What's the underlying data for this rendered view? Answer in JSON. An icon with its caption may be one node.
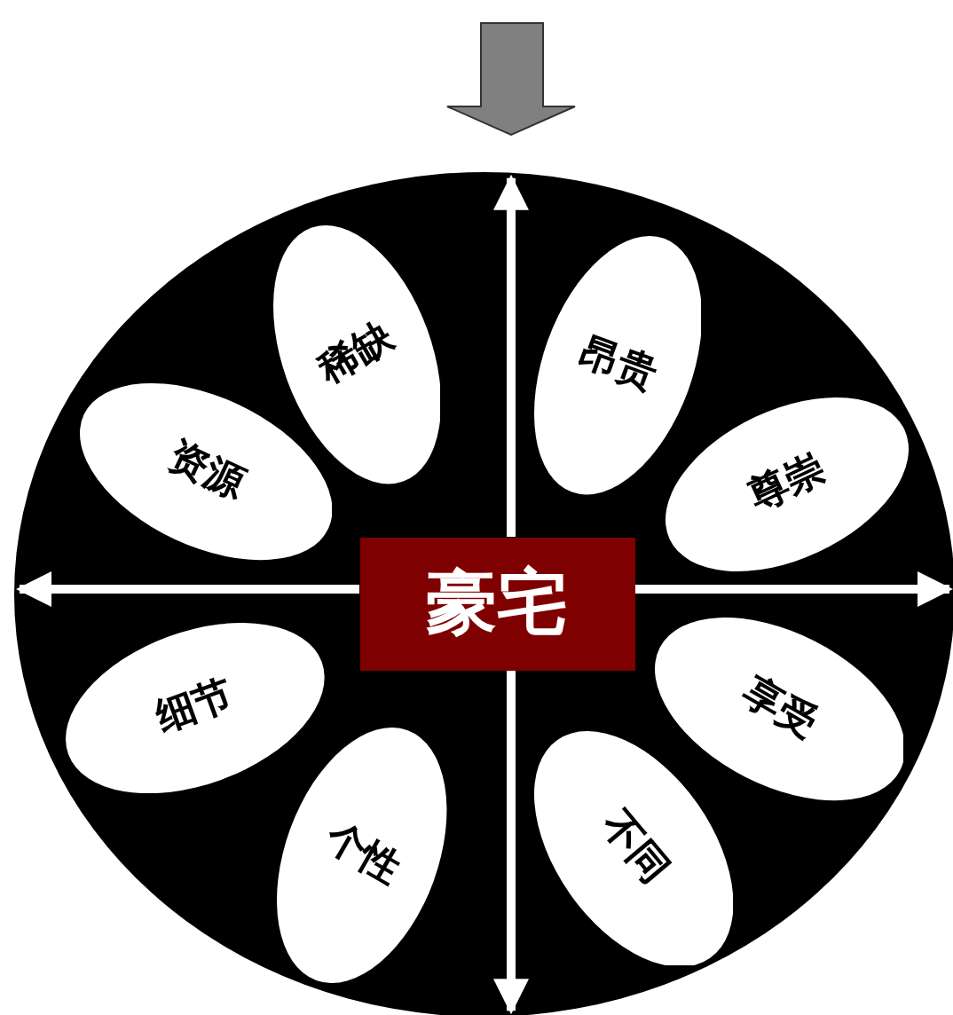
{
  "diagram": {
    "nodes": [
      {
        "text": [],
        "shape": "ellipse"
      },
      {
        "text": [
          "稀缺"
        ],
        "in": 0
      },
      {
        "text": [
          "昂贵"
        ],
        "in": 0
      },
      {
        "text": [
          "资源"
        ],
        "in": 0
      },
      {
        "text": [
          "尊崇"
        ],
        "in": 0
      },
      {
        "text": [
          "豪宅"
        ],
        "in": 0
      },
      {
        "text": [
          "细节"
        ],
        "in": 0
      },
      {
        "text": [
          "享受"
        ],
        "in": 0
      },
      {
        "text": [
          "个性"
        ],
        "in": 0
      },
      {
        "text": [
          "不同"
        ],
        "in": 0
      }
    ],
    "edges": [
      {
        "from": 5,
        "to": 0,
        "arrow": "to"
      },
      {
        "from": 5,
        "to": 0,
        "arrow": "to"
      },
      {
        "from": 5,
        "to": 0,
        "arrow": "to"
      },
      {
        "from": 5,
        "to": 0,
        "arrow": "to"
      }
    ]
  }
}
